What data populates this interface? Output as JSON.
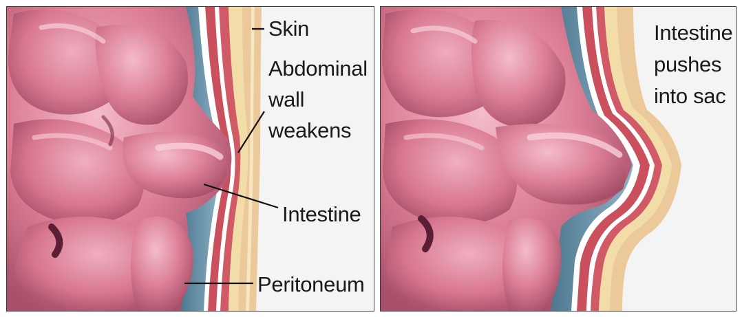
{
  "panels": [
    {
      "labels": {
        "skin": "Skin",
        "wall_line1": "Abdominal",
        "wall_line2": "wall",
        "wall_line3": "weakens",
        "intestine": "Intestine",
        "peritoneum": "Peritoneum"
      }
    },
    {
      "labels": {
        "caption_line1": "Intestine",
        "caption_line2": "pushes",
        "caption_line3": "into sac"
      }
    }
  ],
  "colors": {
    "panel_border": "#3a3a3a",
    "background": "#f4f4f4",
    "intestine": "#dc7f96",
    "intestine_shadow": "#a8506a",
    "intestine_highlight": "#f2b3c2",
    "membrane_blue": "#6f94aa",
    "muscle_red": "#c9505c",
    "fat_yellow": "#f2dca8",
    "skin_tan": "#ecc99b"
  }
}
